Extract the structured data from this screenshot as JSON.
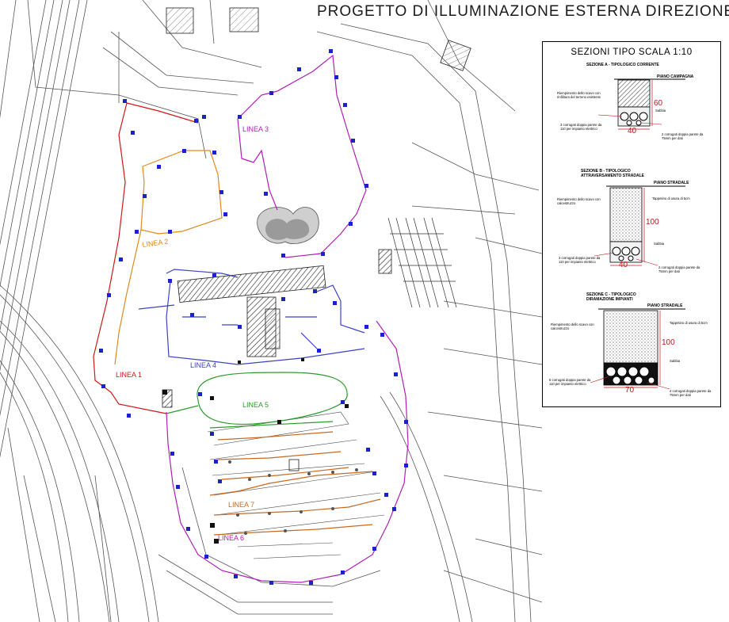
{
  "title": "PROGETTO DI ILLUMINAZIONE ESTERNA DIREZIONE",
  "plan": {
    "lines": [
      {
        "label": "LINEA 1",
        "color": "#d01818"
      },
      {
        "label": "LINEA 2",
        "color": "#e08a1e"
      },
      {
        "label": "LINEA 3",
        "color": "#b01fb5"
      },
      {
        "label": "LINEA 4",
        "color": "#3a44c4"
      },
      {
        "label": "LINEA 5",
        "color": "#2e9a2e"
      },
      {
        "label": "LINEA 6",
        "color": "#b01fb5"
      },
      {
        "label": "LINEA 7",
        "color": "#c76a22"
      }
    ]
  },
  "sections": {
    "title": "SEZIONI TIPO SCALA 1:10",
    "a": {
      "title": "SEZIONE A - TIPOLOGICO CORRENTE",
      "surface": "PIANO CAMPAGNA",
      "fill": "Riempimento dello scavo con rinfilitura del terreno esistente",
      "sand": "Sabbia",
      "pipes_left": "3 corrugati doppia parete da 110 per impianto elettrico",
      "pipes_right": "2 corrugati doppia parete da 75mm per dati",
      "depth": "60",
      "width": "40"
    },
    "b": {
      "title": "SEZIONE B - TIPOLOGICO ATTRAVERSAMENTO STRADALE",
      "surface": "PIANO STRADALE",
      "fill": "Riempimento dello scavo con calcestruzzo",
      "topping": "Tappetino di usura di 5cm",
      "sand": "Sabbia",
      "pipes_left": "3 corrugati doppia parete da 110 per impianto elettrico",
      "pipes_right": "2 corrugati doppia parete da 75mm per dati",
      "depth": "100",
      "width": "40"
    },
    "c": {
      "title": "SEZIONE C - TIPOLOGICO DIRAMAZIONE IMPIANTI",
      "surface": "PIANO STRADALE",
      "fill": "Riempimento dello scavo con calcestruzzo",
      "topping": "Tappetino di usura di 5cm",
      "sand": "Sabbia",
      "pipes_left": "6 corrugati doppia parete da 110 per impianto elettrico",
      "pipes_right": "4 corrugati doppia parete da 75mm per dati",
      "depth": "100",
      "width": "70"
    }
  }
}
